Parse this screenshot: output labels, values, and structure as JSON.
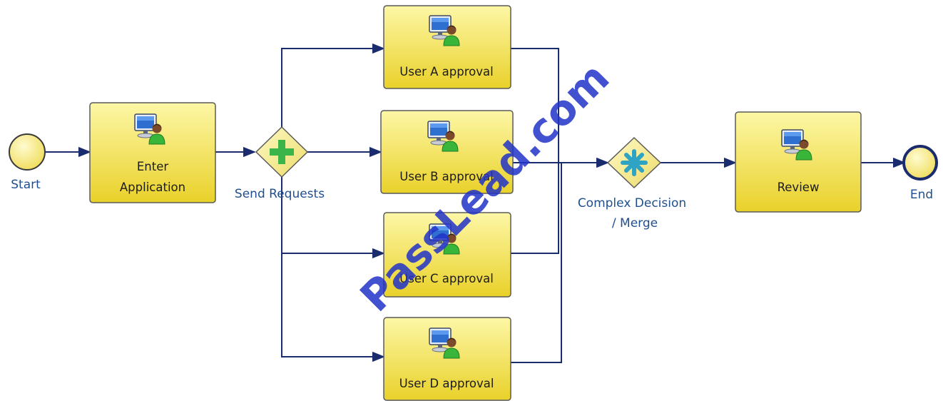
{
  "diagram": {
    "start_event": {
      "label": "Start"
    },
    "end_event": {
      "label": "End"
    },
    "tasks": {
      "enter_application": {
        "label_lines": [
          "Enter",
          "Application"
        ]
      },
      "user_a": {
        "label": "User A approval"
      },
      "user_b": {
        "label": "User B approval"
      },
      "user_c": {
        "label": "User C approval"
      },
      "user_d": {
        "label": "User D approval"
      },
      "review": {
        "label": "Review"
      }
    },
    "gateways": {
      "send_requests": {
        "label": "Send Requests",
        "type": "parallel"
      },
      "complex_merge": {
        "label_lines": [
          "Complex Decision",
          "/ Merge"
        ],
        "type": "complex"
      }
    },
    "task_icon": "user-computer-icon",
    "colors": {
      "task_fill_light": "#fdf7a6",
      "task_fill_dark": "#e9d12a",
      "connector": "#1a2b6e",
      "label_text": "#1f4f8f",
      "gateway_plus": "#3bb54a",
      "gateway_complex": "#2fa3c4"
    },
    "watermark": "PassLead.com"
  }
}
